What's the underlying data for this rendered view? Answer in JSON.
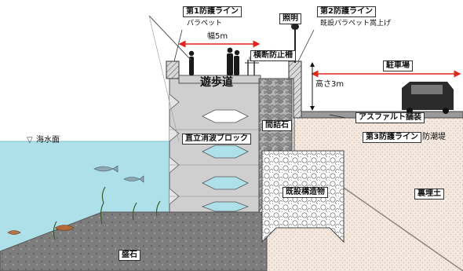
{
  "labels": {
    "line1_title": "第1防護ライン",
    "line1_sub": "パラペット",
    "width": "幅5m",
    "lighting": "照明",
    "line2_title": "第2防護ライン",
    "line2_sub": "既設パラペット嵩上げ",
    "fence": "横断防止柵",
    "parking": "駐車場",
    "promenade": "遊歩道",
    "height": "高さ3m",
    "gap_stone": "間詰石",
    "asphalt": "アスファルト舗装",
    "line3_title": "第3防護ライン",
    "line3_sub": "防潮堤",
    "wave_block": "直立消波ブロック",
    "sea_level": "海水面",
    "existing_structure": "既設構造物",
    "backfill": "裏埋土",
    "rubble": "盛石"
  },
  "colors": {
    "sea": "#aee0ea",
    "block": "#cfcfcf",
    "rubble_mound": "#7a7a7a",
    "backfill": "#f3e7de",
    "dimension_arrow": "#e0261b",
    "black": "#111111"
  }
}
